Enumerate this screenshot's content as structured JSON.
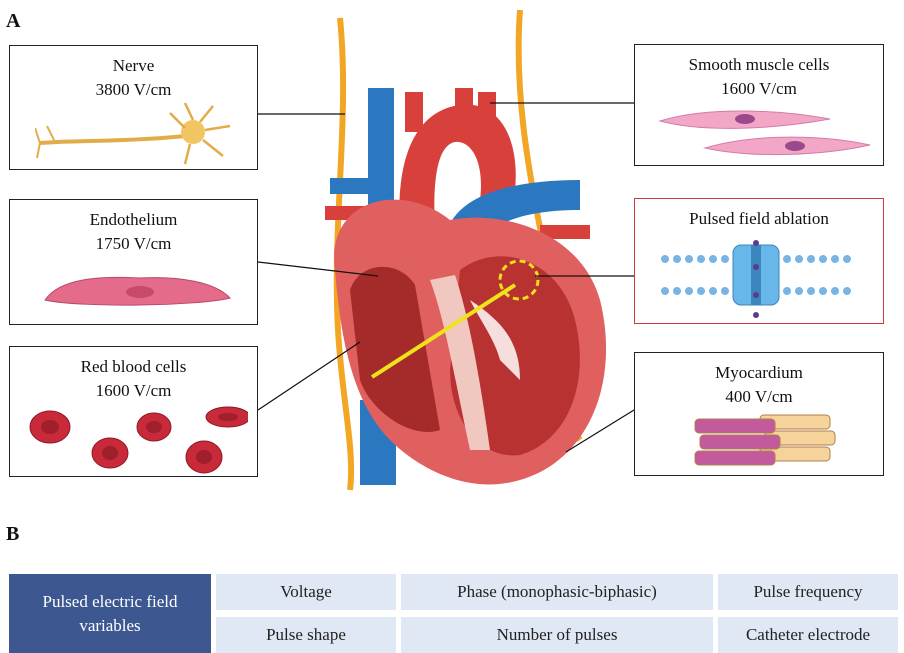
{
  "panel_a": {
    "letter": "A",
    "boxes": {
      "nerve": {
        "title": "Nerve",
        "value": "3800 V/cm"
      },
      "smooth_muscle": {
        "title": "Smooth muscle cells",
        "value": "1600 V/cm"
      },
      "endothelium": {
        "title": "Endothelium",
        "value": "1750 V/cm"
      },
      "pfa": {
        "title": "Pulsed field ablation"
      },
      "rbc": {
        "title": "Red blood cells",
        "value": "1600 V/cm"
      },
      "myocardium": {
        "title": "Myocardium",
        "value": "400 V/cm"
      }
    },
    "colors": {
      "artery": "#d8403c",
      "vein": "#2b78c0",
      "nerve_fiber": "#f3a623",
      "accent": "#f0e21b",
      "box_pfa": "#d23a3a"
    }
  },
  "panel_b": {
    "letter": "B",
    "header": "Pulsed electric field variables",
    "cells": [
      "Voltage",
      "Phase (monophasic-biphasic)",
      "Pulse frequency",
      "Pulse shape",
      "Number of pulses",
      "Catheter electrode"
    ],
    "colors": {
      "header_bg": "#3d5891",
      "cell_bg": "#dfe8f4"
    }
  }
}
